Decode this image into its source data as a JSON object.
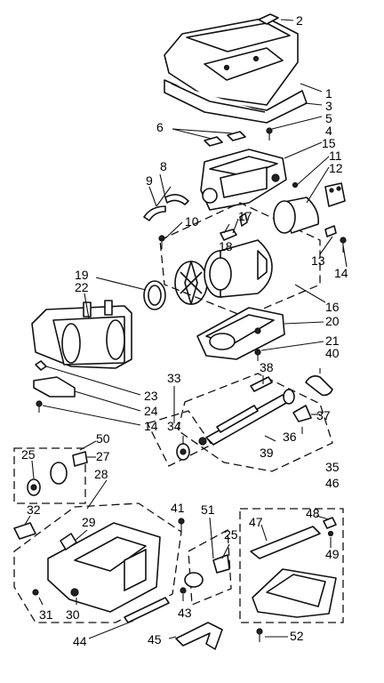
{
  "labels": {
    "l1": "1",
    "l2": "2",
    "l3": "3",
    "l4": "4",
    "l5": "5",
    "l6": "6",
    "l8": "8",
    "l9": "9",
    "l10": "10",
    "l11": "11",
    "l12": "12",
    "l13": "13",
    "l14a": "14",
    "l14b": "14",
    "l15": "15",
    "l16": "16",
    "l17": "17",
    "l18": "18",
    "l19": "19",
    "l20": "20",
    "l21": "21",
    "l22": "22",
    "l23": "23",
    "l24": "24",
    "l25a": "25",
    "l25b": "25",
    "l27": "27",
    "l28": "28",
    "l29": "29",
    "l30": "30",
    "l31": "31",
    "l32": "32",
    "l33": "33",
    "l34": "34",
    "l35": "35",
    "l36": "36",
    "l37": "37",
    "l38": "38",
    "l39": "39",
    "l40": "40",
    "l41": "41",
    "l43": "43",
    "l44": "44",
    "l45": "45",
    "l46": "46",
    "l47": "47",
    "l48": "48",
    "l49": "49",
    "l50": "50",
    "l51": "51",
    "l52": "52"
  },
  "colors": {
    "line": "#111111",
    "background": "#ffffff"
  }
}
